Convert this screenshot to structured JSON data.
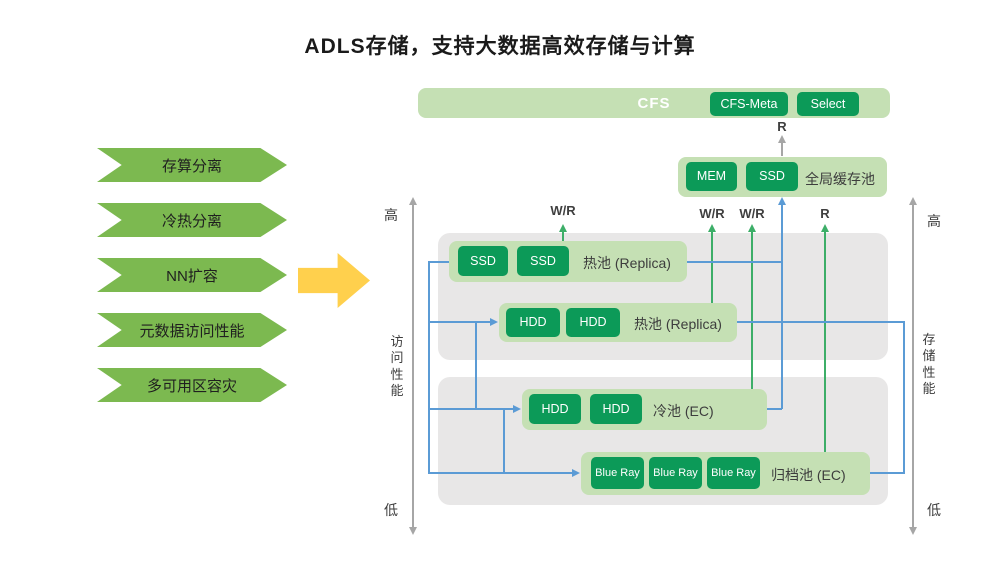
{
  "title": "ADLS存储，支持大数据高效存储与计算",
  "features": [
    "存算分离",
    "冷热分离",
    "NN扩容",
    "元数据访问性能",
    "多可用区容灾"
  ],
  "cfs": {
    "label": "CFS",
    "meta_button": "CFS-Meta",
    "select_button": "Select"
  },
  "cache": {
    "chips": [
      "MEM",
      "SSD"
    ],
    "label": "全局缓存池"
  },
  "tiers": [
    {
      "chips": [
        "SSD",
        "SSD"
      ],
      "label": "热池 (Replica)"
    },
    {
      "chips": [
        "HDD",
        "HDD"
      ],
      "label": "热池 (Replica)"
    },
    {
      "chips": [
        "HDD",
        "HDD"
      ],
      "label": "冷池 (EC)"
    },
    {
      "chips": [
        "Blue Ray",
        "Blue Ray",
        "Blue Ray"
      ],
      "label": "归档池 (EC)"
    }
  ],
  "flow_labels": {
    "r_top": "R",
    "wr1": "W/R",
    "wr2": "W/R",
    "wr3": "W/R",
    "r_right": "R"
  },
  "axes": {
    "left": {
      "high": "高",
      "label": "访问性能",
      "low": "低"
    },
    "right": {
      "high": "高",
      "label": "存储性能",
      "low": "低"
    }
  },
  "colors": {
    "dark_green": "#0c9a58",
    "light_green": "#c5e0b4",
    "chevron_green": "#7cb950",
    "arrow_yellow": "#ffd04d",
    "connector_blue": "#5b9bd5",
    "flow_green": "#3dae68",
    "panel_gray": "#e8e7e7",
    "axis_gray": "#a6a6a6"
  }
}
